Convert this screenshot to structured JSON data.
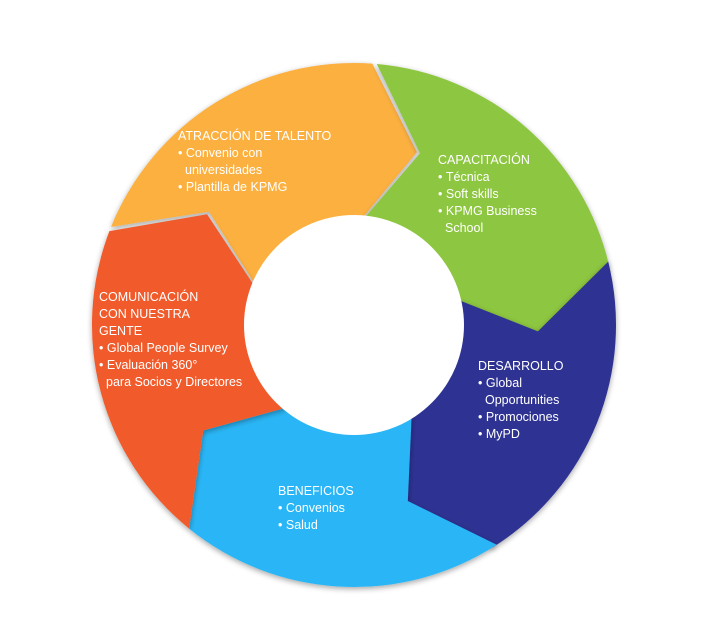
{
  "colors": {
    "atraccion": "#FBB040",
    "capacitacion": "#8DC63F",
    "desarrollo": "#2E3192",
    "beneficios": "#29B6F6",
    "comunicacion": "#F15A29",
    "center": "#FFFFFF"
  },
  "segments": [
    {
      "id": "atraccion",
      "title": "ATRACCIÓN DE TALENTO",
      "items": [
        "Convenio con\nuniversidades",
        "Plantilla de KPMG"
      ]
    },
    {
      "id": "capacitacion",
      "title": "CAPACITACIÓN",
      "items": [
        "Técnica",
        "Soft skills",
        "KPMG Business\nSchool"
      ]
    },
    {
      "id": "desarrollo",
      "title": "DESARROLLO",
      "items": [
        "Global\nOpportunities",
        "Promociones",
        "MyPD"
      ]
    },
    {
      "id": "beneficios",
      "title": "BENEFICIOS",
      "items": [
        "Convenios",
        "Salud"
      ]
    },
    {
      "id": "comunicacion",
      "title": "COMUNICACIÓN\nCON NUESTRA\nGENTE",
      "items": [
        "Global People Survey",
        "Evaluación 360°\npara Socios y Directores"
      ]
    }
  ]
}
